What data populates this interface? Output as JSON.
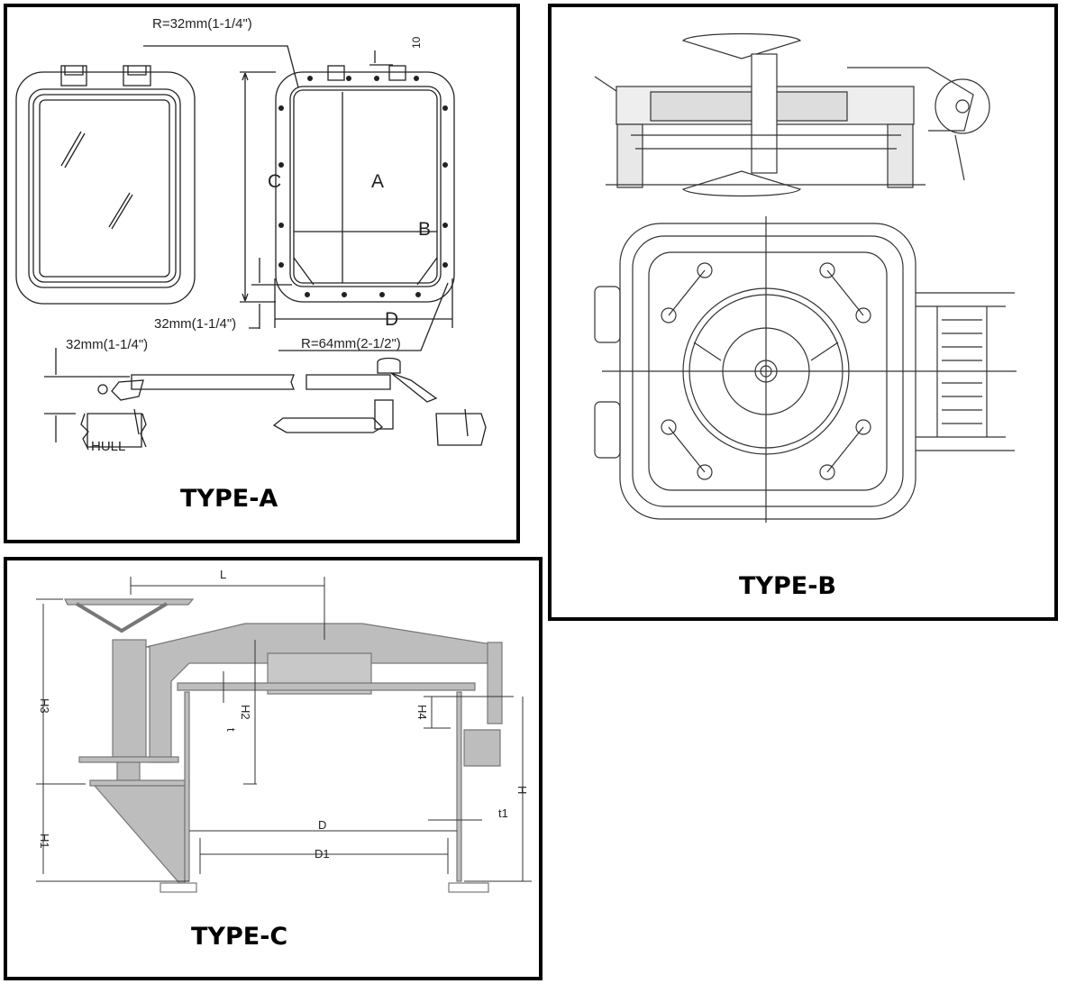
{
  "type_a": {
    "title": "TYPE-A",
    "labels": {
      "r32": "R=32mm(1-1/4\")",
      "ten": "10",
      "c": "C",
      "a": "A",
      "b": "B",
      "d": "D",
      "dim32_bottom": "32mm(1-1/4\")",
      "r64": "R=64mm(2-1/2\")",
      "dim32_section": "32mm(1-1/4\")",
      "hull": "HULL"
    }
  },
  "type_b": {
    "title": "TYPE-B"
  },
  "type_c": {
    "title": "TYPE-C",
    "labels": {
      "l": "L",
      "h3": "H3",
      "h2": "H2",
      "t": "t",
      "h1": "H1",
      "h4": "H4",
      "h": "H",
      "t1": "t1",
      "d": "D",
      "d1": "D1"
    }
  }
}
